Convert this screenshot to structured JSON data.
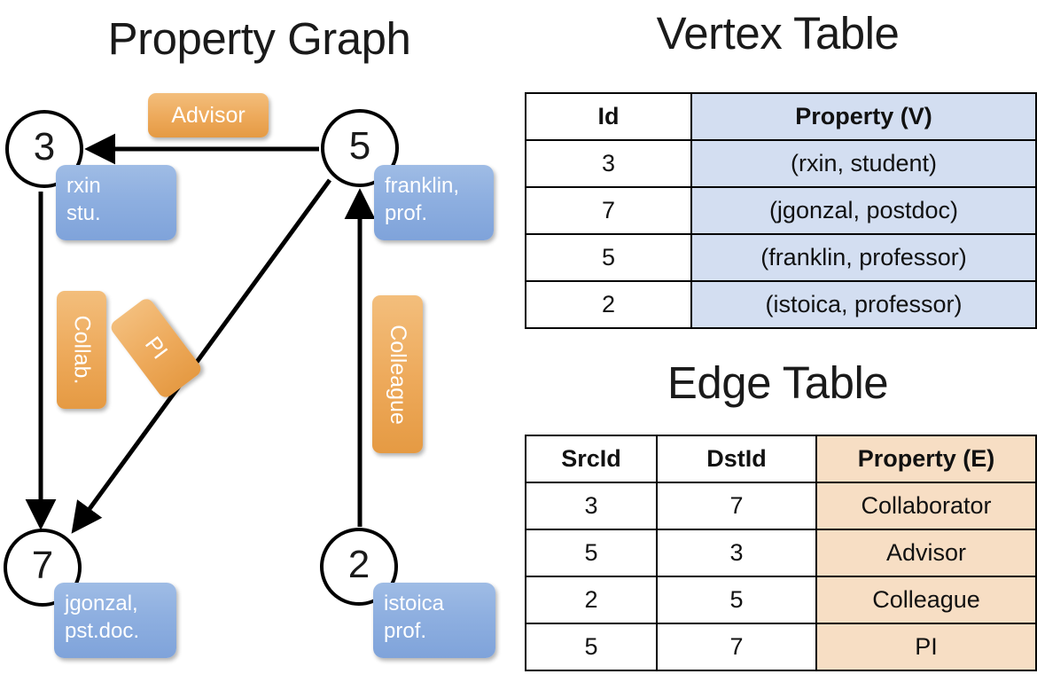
{
  "titles": {
    "property_graph": "Property Graph",
    "vertex_table": "Vertex Table",
    "edge_table": "Edge Table"
  },
  "graph": {
    "nodes": [
      {
        "id": "3",
        "property": "rxin\nstu."
      },
      {
        "id": "5",
        "property": "franklin,\nprof."
      },
      {
        "id": "7",
        "property": "jgonzal,\npst.doc."
      },
      {
        "id": "2",
        "property": "istoica\nprof."
      }
    ],
    "node_labels": {
      "n3": "3",
      "n5": "5",
      "n7": "7",
      "n2": "2"
    },
    "property_boxes": {
      "rxin_l1": "rxin",
      "rxin_l2": "stu.",
      "franklin_l1": "franklin,",
      "franklin_l2": "prof.",
      "jgonzal_l1": "jgonzal,",
      "jgonzal_l2": "pst.doc.",
      "istoica_l1": "istoica",
      "istoica_l2": "prof."
    },
    "edge_labels": {
      "advisor": "Advisor",
      "collab": "Collab.",
      "pi": "PI",
      "colleague": "Colleague"
    },
    "edges": [
      {
        "src": "5",
        "dst": "3",
        "label": "Advisor"
      },
      {
        "src": "3",
        "dst": "7",
        "label": "Collab."
      },
      {
        "src": "5",
        "dst": "7",
        "label": "PI"
      },
      {
        "src": "2",
        "dst": "5",
        "label": "Colleague"
      }
    ]
  },
  "vertex_table": {
    "headers": [
      "Id",
      "Property (V)"
    ],
    "rows": [
      {
        "id": "3",
        "property": "(rxin, student)"
      },
      {
        "id": "7",
        "property": "(jgonzal, postdoc)"
      },
      {
        "id": "5",
        "property": "(franklin, professor)"
      },
      {
        "id": "2",
        "property": "(istoica, professor)"
      }
    ]
  },
  "edge_table": {
    "headers": [
      "SrcId",
      "DstId",
      "Property (E)"
    ],
    "rows": [
      {
        "src": "3",
        "dst": "7",
        "property": "Collaborator"
      },
      {
        "src": "5",
        "dst": "3",
        "property": "Advisor"
      },
      {
        "src": "2",
        "dst": "5",
        "property": "Colleague"
      },
      {
        "src": "5",
        "dst": "7",
        "property": "PI"
      }
    ]
  },
  "colors": {
    "vertex_property_fill": "#D3DEF1",
    "edge_property_fill": "#F7DEC4",
    "node_property_box": "#8EAFE0",
    "edge_label_box": "#EDA95A",
    "border": "#000000"
  }
}
